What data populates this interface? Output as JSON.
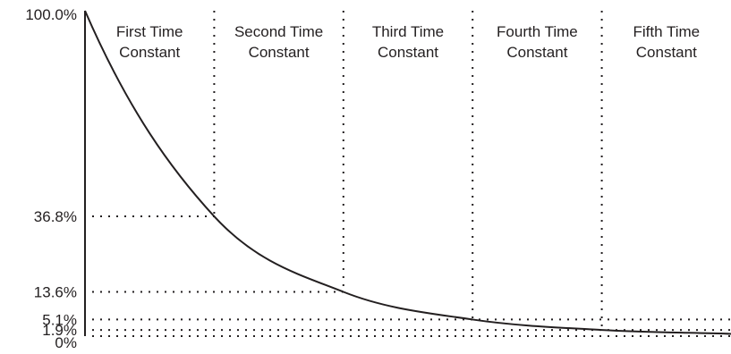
{
  "chart_data": {
    "type": "line",
    "title": "",
    "xlabel": "",
    "ylabel": "",
    "x_unit": "time constants",
    "xlim": [
      0,
      5
    ],
    "ylim": [
      0,
      100
    ],
    "grid": false,
    "legend": "none",
    "colors": {
      "line": "#231f20",
      "guides": "#231f20",
      "text": "#231f20"
    },
    "y_tick_labels": [
      "100.0%",
      "36.8%",
      "13.6%",
      "5.1%",
      "1.9%",
      "0%"
    ],
    "y_tick_values": [
      100.0,
      36.8,
      13.6,
      5.1,
      1.9,
      0
    ],
    "segment_labels": [
      [
        "First Time",
        "Constant"
      ],
      [
        "Second Time",
        "Constant"
      ],
      [
        "Third Time",
        "Constant"
      ],
      [
        "Fourth Time",
        "Constant"
      ],
      [
        "Fifth Time",
        "Constant"
      ]
    ],
    "series": [
      {
        "x": [
          0,
          1,
          2,
          3,
          4,
          5
        ],
        "values": [
          100.0,
          36.8,
          13.6,
          5.1,
          1.9,
          0.7
        ]
      }
    ]
  }
}
